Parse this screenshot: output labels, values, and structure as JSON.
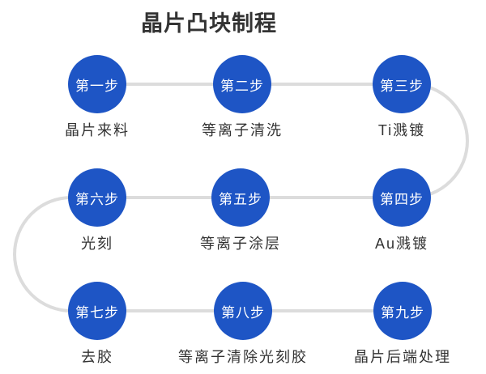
{
  "title": "晶片凸块制程",
  "colors": {
    "circle_blue": "#1e55c5",
    "connector_gray": "#dcdcdc",
    "title_color": "#333333",
    "label_color": "#333333",
    "circle_text": "#ffffff"
  },
  "steps": [
    {
      "step_label": "第一步",
      "process_label": "晶片来料"
    },
    {
      "step_label": "第二步",
      "process_label": "等离子清洗"
    },
    {
      "step_label": "第三步",
      "process_label": "Ti溅镀"
    },
    {
      "step_label": "第四步",
      "process_label": "Au溅镀"
    },
    {
      "step_label": "第五步",
      "process_label": "等离子涂层"
    },
    {
      "step_label": "第六步",
      "process_label": "光刻"
    },
    {
      "step_label": "第七步",
      "process_label": "去胶"
    },
    {
      "step_label": "第八步",
      "process_label": "等离子清除光刻胶"
    },
    {
      "step_label": "第九步",
      "process_label": "晶片后端处理"
    }
  ]
}
